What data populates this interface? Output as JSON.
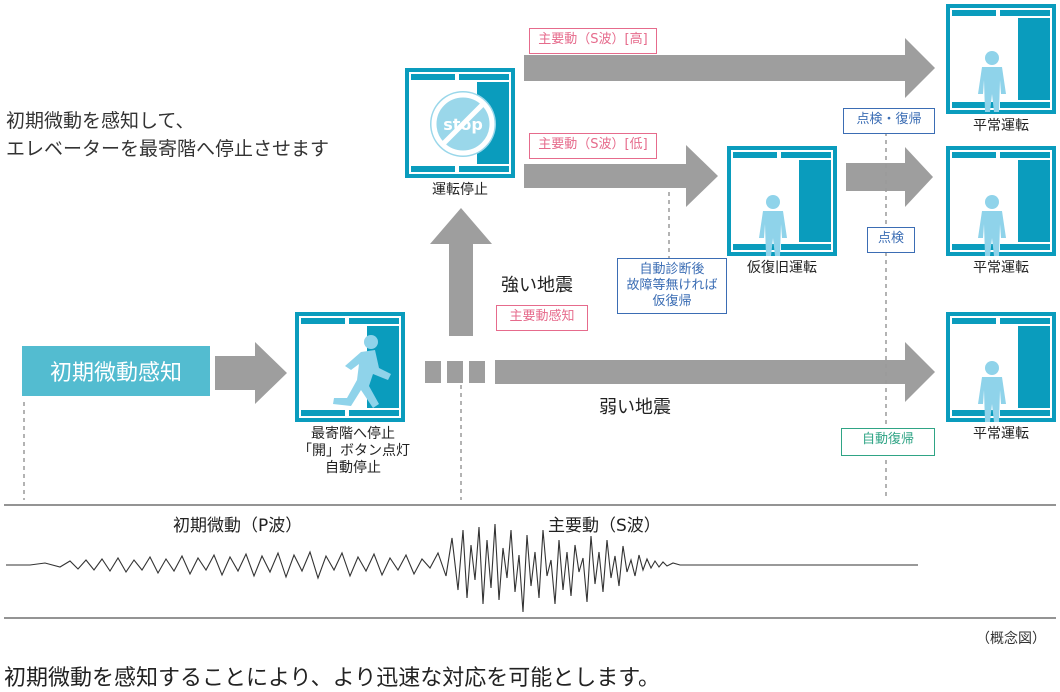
{
  "diagram": {
    "lead_text_line1": "初期微動を感知して、",
    "lead_text_line2": "エレベーターを最寄階へ停止させます",
    "detect_label": "初期微動感知",
    "first_stop_caption": [
      "最寄階へ停止",
      "「開」ボタン点灯",
      "自動停止"
    ],
    "stop_icon_text": "stop",
    "stop_caption": "運転停止",
    "strong_quake": "強い地震",
    "weak_quake": "弱い地震",
    "tag_main_detect": "主要動感知",
    "tag_main_high": "主要動（S波）[高]",
    "tag_main_low": "主要動（S波）[低]",
    "tag_diagnosis": [
      "自動診断後",
      "故障等無ければ",
      "仮復帰"
    ],
    "temp_caption": "仮復旧運転",
    "tag_inspect_restore": "点検・復帰",
    "tag_inspect": "点検",
    "tag_auto_restore": "自動復帰",
    "normal_caption": "平常運転",
    "p_wave": "初期微動（P波）",
    "s_wave": "主要動（S波）",
    "concept_note": "（概念図）",
    "footer_text": "初期微動を感知することにより、より迅速な対応を可能とします。",
    "colors": {
      "elevator": "#0a9cbd",
      "person": "#8fd3ea",
      "arrow": "#9e9e9e",
      "detect_box": "#53bcd0",
      "pink": "#e66b8c",
      "blue": "#3b6db4",
      "green": "#2fa485"
    }
  }
}
